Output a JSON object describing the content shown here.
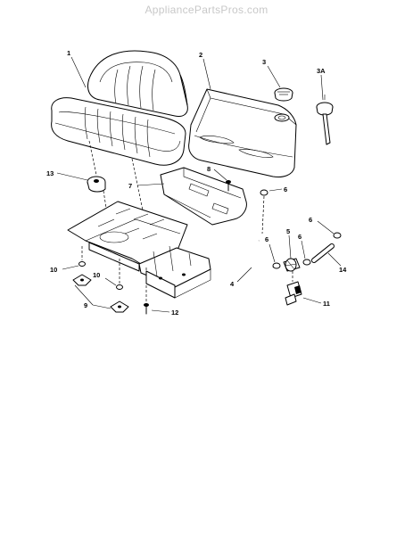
{
  "watermark": "AppliancePartsPros.com",
  "callouts": {
    "seat": "1",
    "fuel_tank": "2",
    "fuel_cap": "3",
    "fuel_gauge_cap": "3A",
    "fuel_line": "4",
    "fuel_filter": "5",
    "hose_clamp_tank": "6",
    "hose_clamp_filter_left": "6",
    "hose_clamp_filter_right": "6",
    "hose_clamp_upper": "6",
    "tank_bracket": "7",
    "bracket_screw": "8",
    "knob_left": "9",
    "lockwasher_left": "10",
    "lockwasher_right": "10",
    "shutoff_valve": "11",
    "carriage_bolt": "12",
    "seat_knob": "13",
    "fuel_line_short": "14"
  }
}
